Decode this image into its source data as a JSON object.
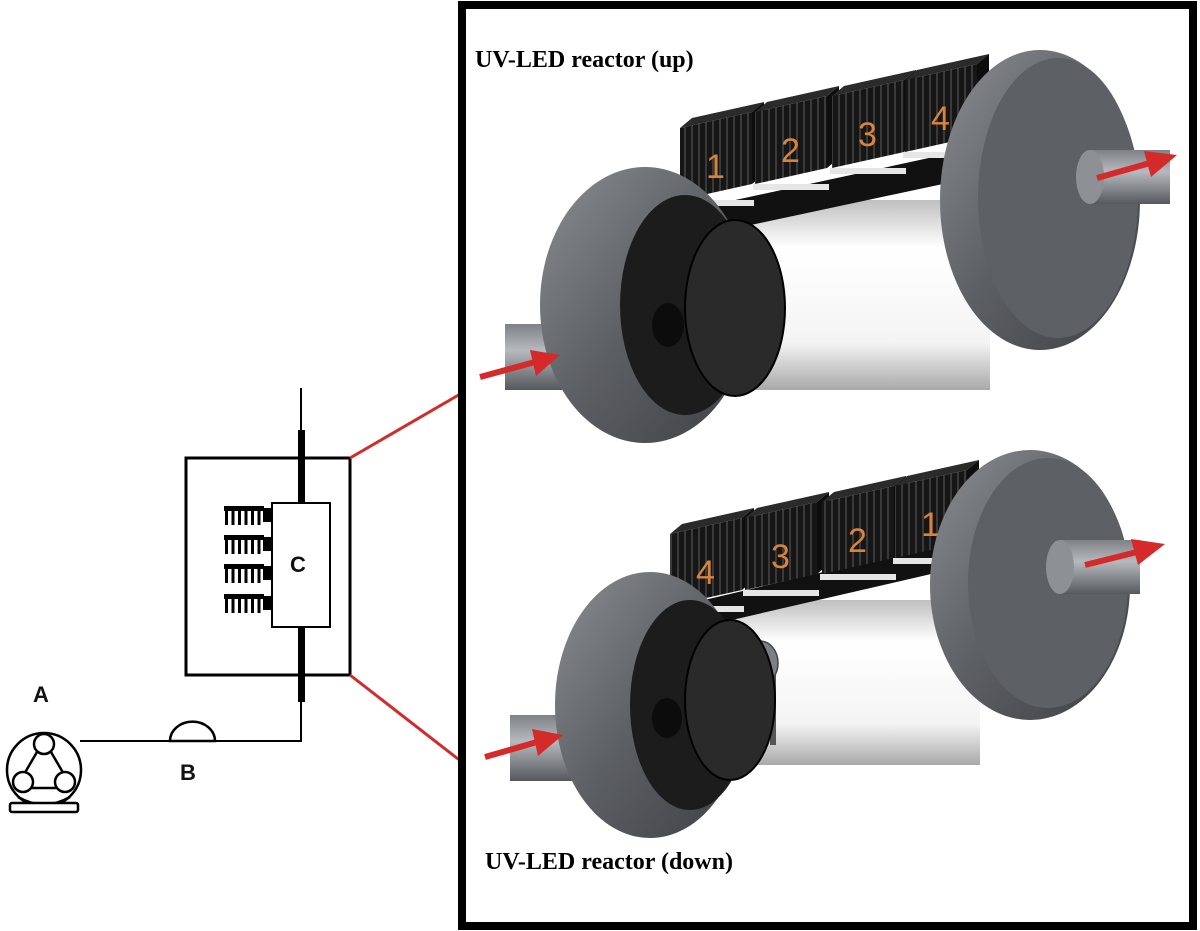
{
  "labels": {
    "pump": "A",
    "valve": "B",
    "reactor_box": "C"
  },
  "panel": {
    "up_title": "UV-LED reactor (up)",
    "down_title": "UV-LED reactor (down)",
    "up_leds": [
      "1",
      "2",
      "3",
      "4"
    ],
    "down_leds": [
      "4",
      "3",
      "2",
      "1"
    ]
  },
  "colors": {
    "arrow": "#d42a2a",
    "connector": "#d42a2a",
    "led_number": "#d9843c",
    "flange": "#5a5d61",
    "tube": "#f2f2f2",
    "heatsink": "#1c1c1c"
  }
}
